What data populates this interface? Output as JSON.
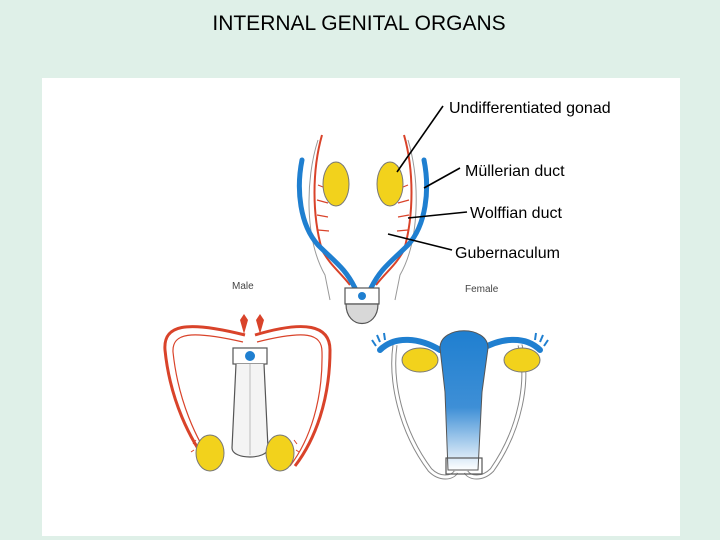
{
  "title": "INTERNAL GENITAL ORGANS",
  "labels": {
    "gonad": "Undifferentiated gonad",
    "mullerian": "Müllerian duct",
    "wolffian": "Wolffian duct",
    "gubernaculum": "Gubernaculum",
    "male": "Male",
    "female": "Female"
  },
  "colors": {
    "background": "#dff0e8",
    "gonad_yellow": "#f2d21c",
    "mullerian_blue": "#1f7fd0",
    "wolffian_red": "#d9432a",
    "outline": "#555555"
  }
}
